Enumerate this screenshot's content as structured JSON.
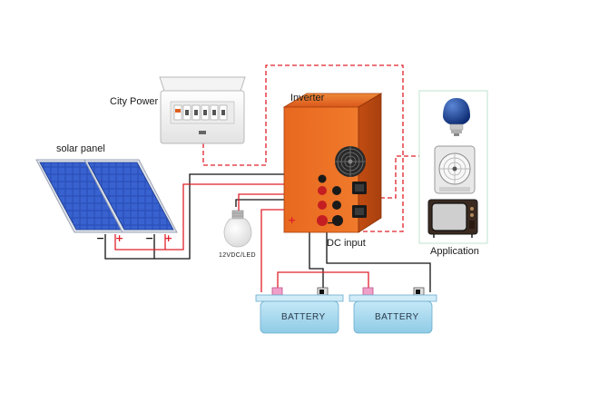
{
  "labels": {
    "city_power": "City Power",
    "inverter": "Inverter",
    "solar_panel": "solar panel",
    "dc_input": "DC input",
    "application": "Application",
    "lamp": "12VDC/LED",
    "battery_1": "BATTERY",
    "battery_2": "BATTERY"
  },
  "signs": {
    "minus": "−",
    "plus": "+"
  },
  "colors": {
    "wire_positive": "#e0202a",
    "wire_negative": "#111111",
    "ac_dashed": "#e0202a",
    "inverter_body": "#e86a1e",
    "battery_body": "#a8d8ee",
    "solar_cell": "#2a4fb8",
    "application_frame": "#bfe3d0"
  }
}
